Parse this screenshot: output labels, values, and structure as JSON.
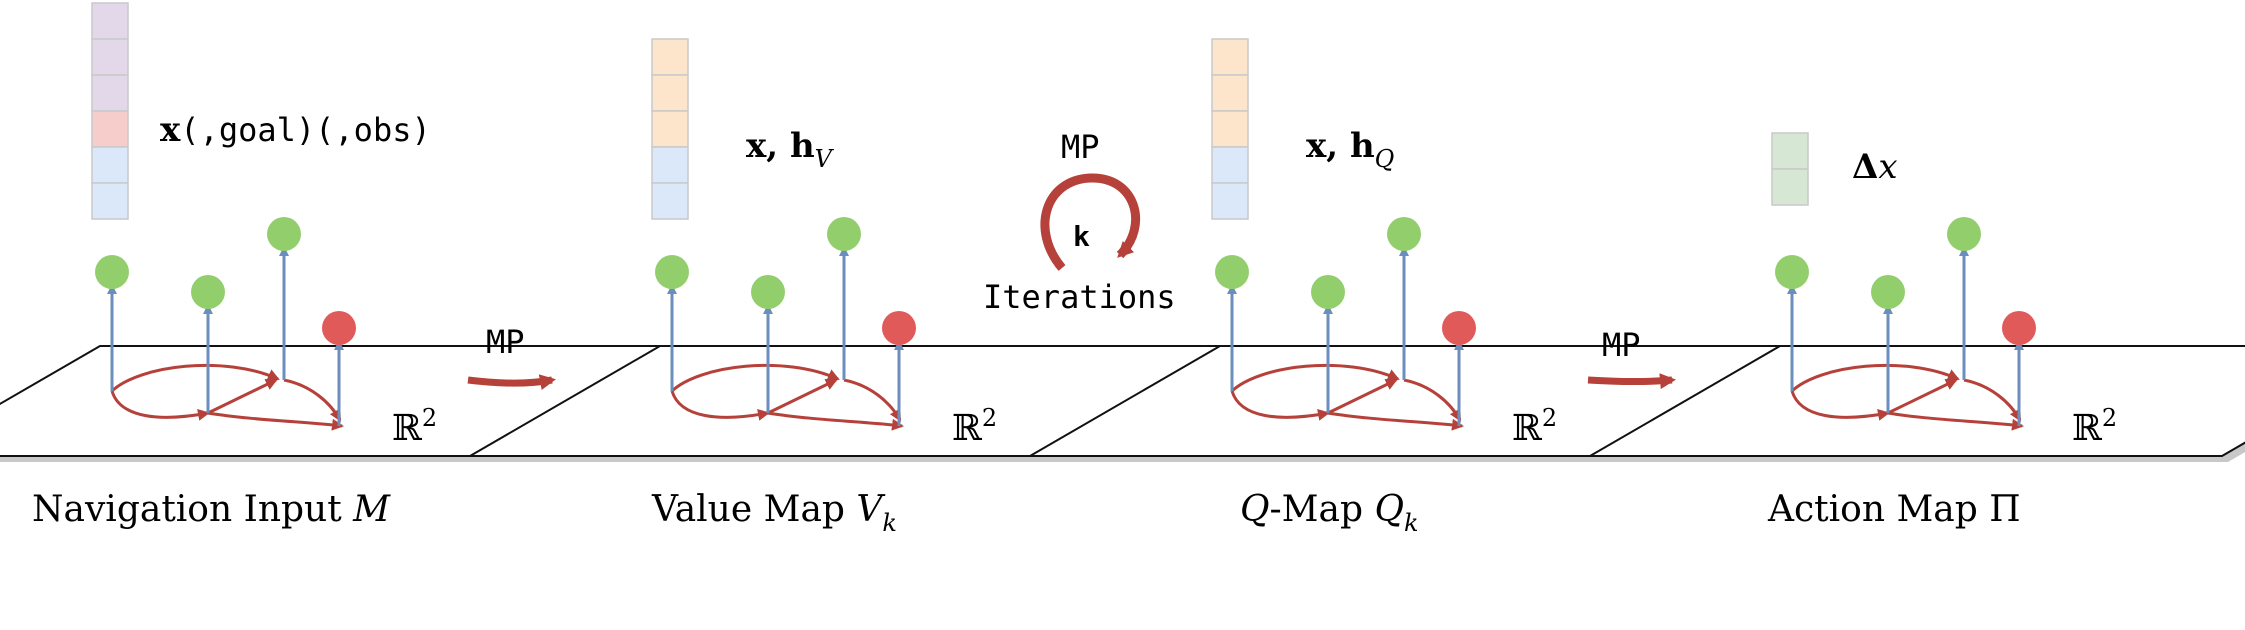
{
  "panels": [
    {
      "id": "navigation-input",
      "caption": {
        "text": "Navigation Input ",
        "symbol": "M"
      },
      "feature": {
        "bold": "x",
        "mono": "(,goal)(,obs)"
      },
      "space_label": {
        "base": "ℝ",
        "sup": "2"
      },
      "vector_cells": [
        "#e3d7ea",
        "#e3d7ea",
        "#e3d7ea",
        "#f6cdcb",
        "#dae8fa",
        "#dae8fa"
      ]
    },
    {
      "id": "value-map",
      "caption": {
        "text": "Value Map ",
        "symbol": "V",
        "sub": "k"
      },
      "feature": {
        "bold": "x, h",
        "sub": "V"
      },
      "space_label": {
        "base": "ℝ",
        "sup": "2"
      },
      "vector_cells": [
        "#fde5cc",
        "#fde5cc",
        "#fde5cc",
        "#dae8fa",
        "#dae8fa"
      ]
    },
    {
      "id": "q-map",
      "caption": {
        "symbol": "Q",
        "text": "-Map ",
        "symbol2": "Q",
        "sub": "k"
      },
      "feature": {
        "bold": "x, h",
        "sub": "Q"
      },
      "space_label": {
        "base": "ℝ",
        "sup": "2"
      },
      "vector_cells": [
        "#fde5cc",
        "#fde5cc",
        "#fde5cc",
        "#dae8fa",
        "#dae8fa"
      ]
    },
    {
      "id": "action-map",
      "caption": {
        "text": "Action Map ",
        "symbol": "Π"
      },
      "feature": {
        "bold": "Δ",
        "italic": "x"
      },
      "space_label": {
        "base": "ℝ",
        "sup": "2"
      },
      "vector_cells": [
        "#d6e8d4",
        "#d6e8d4"
      ]
    }
  ],
  "transitions": {
    "mp_1": "MP",
    "mp_loop": "MP",
    "loop_counter": "k",
    "iterations": "Iterations",
    "mp_2": "MP"
  },
  "colors": {
    "node_green": "#92cf6c",
    "node_red": "#e05a5a",
    "edge_blue": "#6c8ebf",
    "edge_red": "#b5413a"
  }
}
